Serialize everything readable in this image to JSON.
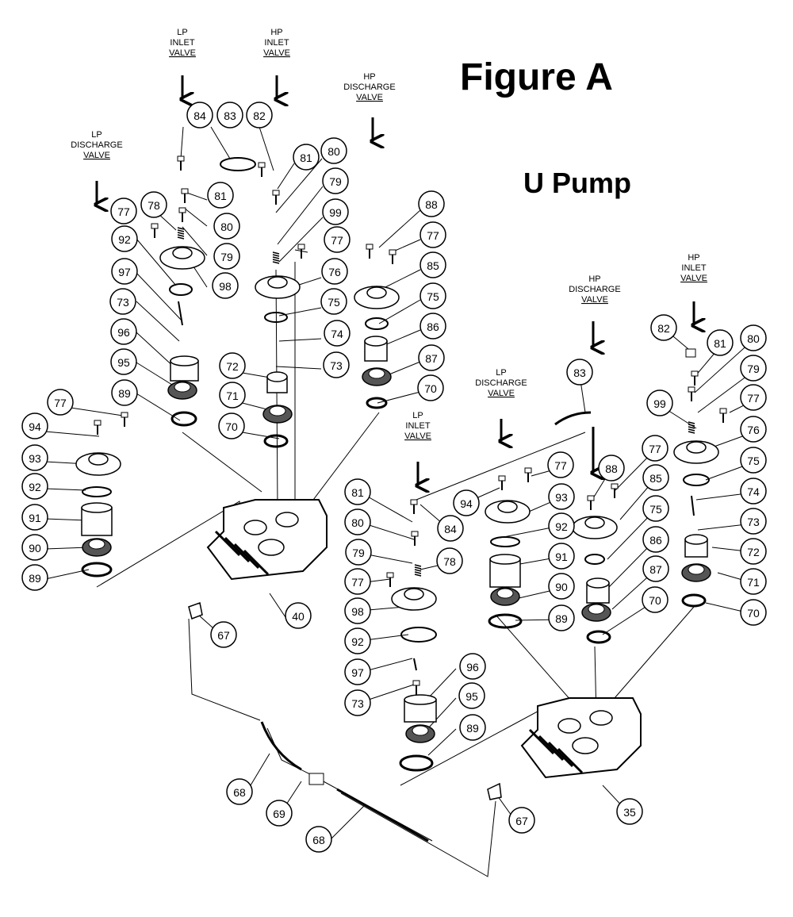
{
  "figure": {
    "title": "Figure A",
    "subtitle": "U Pump"
  },
  "valve_labels": [
    {
      "id": "lp-inlet-valve-top",
      "lines": [
        "LP",
        "INLET",
        "VALVE"
      ]
    },
    {
      "id": "hp-inlet-valve-top",
      "lines": [
        "HP",
        "INLET",
        "VALVE"
      ]
    },
    {
      "id": "hp-discharge-valve-top",
      "lines": [
        "HP",
        "DISCHARGE",
        "VALVE"
      ]
    },
    {
      "id": "lp-discharge-valve-top",
      "lines": [
        "LP",
        "DISCHARGE",
        "VALVE"
      ]
    },
    {
      "id": "hp-inlet-valve-right",
      "lines": [
        "HP",
        "INLET",
        "VALVE"
      ]
    },
    {
      "id": "hp-discharge-valve-right",
      "lines": [
        "HP",
        "DISCHARGE",
        "VALVE"
      ]
    },
    {
      "id": "lp-discharge-valve-mid",
      "lines": [
        "LP",
        "DISCHARGE",
        "VALVE"
      ]
    },
    {
      "id": "lp-inlet-valve-mid",
      "lines": [
        "LP",
        "INLET",
        "VALVE"
      ]
    }
  ],
  "callouts": [
    "84",
    "83",
    "82",
    "81",
    "80",
    "79",
    "99",
    "77",
    "76",
    "75",
    "74",
    "73",
    "72",
    "71",
    "70",
    "81",
    "80",
    "79",
    "77",
    "78",
    "92",
    "98",
    "97",
    "73",
    "96",
    "95",
    "89",
    "88",
    "77",
    "85",
    "75",
    "86",
    "87",
    "70",
    "77",
    "94",
    "93",
    "92",
    "91",
    "90",
    "89",
    "40",
    "67",
    "68",
    "69",
    "68",
    "83",
    "82",
    "81",
    "80",
    "79",
    "77",
    "99",
    "76",
    "75",
    "74",
    "73",
    "72",
    "71",
    "70",
    "88",
    "77",
    "85",
    "75",
    "86",
    "87",
    "70",
    "94",
    "77",
    "93",
    "92",
    "91",
    "90",
    "89",
    "81",
    "80",
    "79",
    "77",
    "78",
    "84",
    "98",
    "92",
    "97",
    "73",
    "96",
    "95",
    "89",
    "67",
    "35"
  ]
}
